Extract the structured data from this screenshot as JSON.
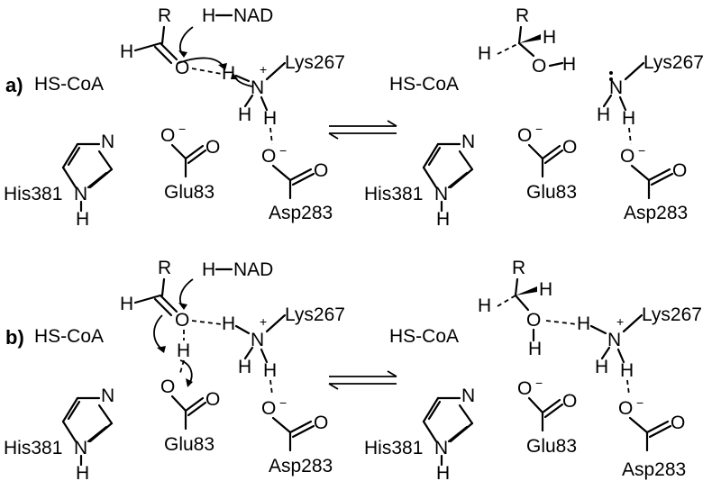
{
  "panels": [
    {
      "label": "a)",
      "left": {
        "r": "R",
        "h_nad": "H",
        "nad": "NAD",
        "aldehyde_h": "H",
        "o": "O",
        "transfer_h": "H",
        "hs_coa": "HS-CoA",
        "n": "N",
        "n_charge": "+",
        "lys": "Lys267",
        "nh1": "H",
        "nh2": "H",
        "asp_o1": "O",
        "asp_charge": "−",
        "asp_o2": "O",
        "asp": "Asp283",
        "his_n": "N",
        "his_nh_n": "N",
        "his_h": "H",
        "his": "His381",
        "glu_o1": "O",
        "glu_charge": "−",
        "glu_o2": "O",
        "glu": "Glu83"
      },
      "right": {
        "r": "R",
        "h1": "H",
        "h2": "H",
        "o": "O",
        "oh": "H",
        "hs_coa": "HS-CoA",
        "n": "N",
        "lone_pair": "..",
        "lys": "Lys267",
        "nh1": "H",
        "nh2": "H",
        "asp_o1": "O",
        "asp_charge": "−",
        "asp_o2": "O",
        "asp": "Asp283",
        "his_n": "N",
        "his_nh_n": "N",
        "his_h": "H",
        "his": "His381",
        "glu_o1": "O",
        "glu_charge": "−",
        "glu_o2": "O",
        "glu": "Glu83"
      }
    },
    {
      "label": "b)",
      "left": {
        "r": "R",
        "h_nad": "H",
        "nad": "NAD",
        "aldehyde_h": "H",
        "o": "O",
        "transfer_h": "H",
        "hs_coa": "HS-CoA",
        "oh_h": "H",
        "n": "N",
        "n_charge": "+",
        "lys": "Lys267",
        "nh1": "H",
        "nh2": "H",
        "asp_o1": "O",
        "asp_charge": "−",
        "asp_o2": "O",
        "asp": "Asp283",
        "his_n": "N",
        "his_nh_n": "N",
        "his_h": "H",
        "his": "His381",
        "glu_o1": "O",
        "glu_o2": "O",
        "glu": "Glu83"
      },
      "right": {
        "r": "R",
        "h1": "H",
        "h2": "H",
        "o": "O",
        "oh": "H",
        "transfer_h": "H",
        "hs_coa": "HS-CoA",
        "n": "N",
        "n_charge": "+",
        "lys": "Lys267",
        "nh1": "H",
        "nh2": "H",
        "asp_o1": "O",
        "asp_charge": "−",
        "asp_o2": "O",
        "asp": "Asp283",
        "his_n": "N",
        "his_nh_n": "N",
        "his_h": "H",
        "his": "His381",
        "glu_o1": "O",
        "glu_charge": "−",
        "glu_o2": "O",
        "glu": "Glu83"
      }
    }
  ]
}
